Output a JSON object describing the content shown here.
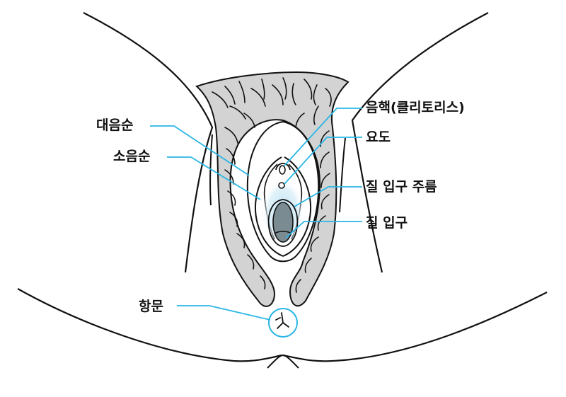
{
  "labels": {
    "labia_majora": "대음순",
    "labia_minora": "소음순",
    "clitoris": "음핵(클리토리스)",
    "urethra": "요도",
    "hymen": "질 입구 주름",
    "vaginal_opening": "질 입구",
    "anus": "항문"
  },
  "colors": {
    "outline": "#111111",
    "hair_fill": "#d3d3d3",
    "leader_line": "#29b6e6",
    "vestibule_glow": "#bfe3f3",
    "opening_fill": "#7a8c92"
  }
}
